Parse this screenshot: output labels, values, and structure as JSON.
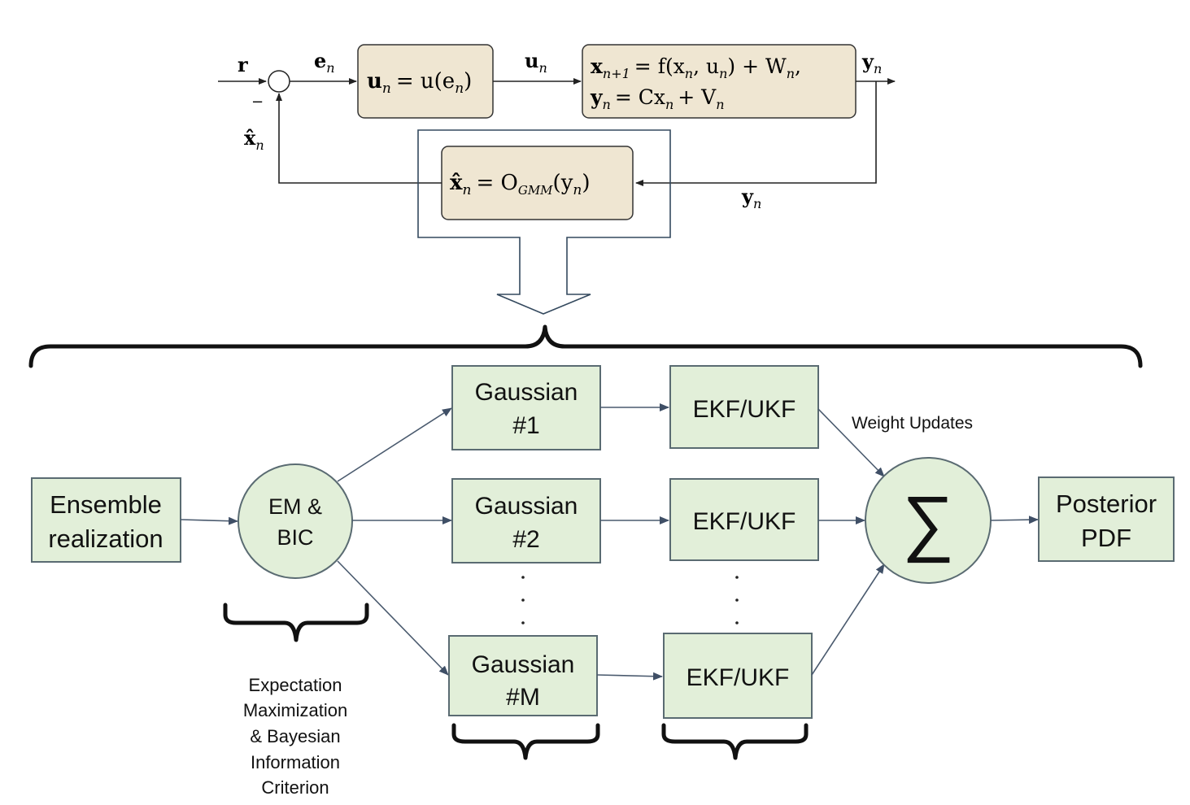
{
  "control_loop": {
    "reference": "r",
    "error": "e",
    "error_sub": "n",
    "minus_sign": "−",
    "controller": {
      "lhs": "u",
      "lhs_sub": "n",
      "rhs": "= u(e",
      "rhs_sub": "n",
      "rhs_end": ")"
    },
    "control_signal": "u",
    "control_signal_sub": "n",
    "plant": {
      "line1_a": "x",
      "line1_a_sub": "n+1",
      "line1_b": "= f(x",
      "line1_b_sub": "n",
      "line1_c": ", u",
      "line1_c_sub": "n",
      "line1_d": ") + W",
      "line1_d_sub": "n",
      "line1_e": ",",
      "line2_a": "y",
      "line2_a_sub": "n",
      "line2_b": "= Cx",
      "line2_b_sub": "n",
      "line2_c": "+ V",
      "line2_c_sub": "n"
    },
    "output": "y",
    "output_sub": "n",
    "feedback_output": "y",
    "feedback_output_sub": "n",
    "estimate": "x̂",
    "estimate_sub": "n",
    "observer": {
      "lhs": "x̂",
      "lhs_sub": "n",
      "rhs": "= O",
      "rhs_sub": "GMM",
      "rhs_end": "(y",
      "rhs_end_sub": "n",
      "close": ")"
    }
  },
  "gmm_pipeline": {
    "ensemble": [
      "Ensemble",
      "realization"
    ],
    "em_bic": [
      "EM &",
      "BIC"
    ],
    "gaussians": [
      [
        "Gaussian",
        "#1"
      ],
      [
        "Gaussian",
        "#2"
      ],
      [
        "Gaussian",
        "#M"
      ]
    ],
    "filters": [
      "EKF/UKF",
      "EKF/UKF",
      "EKF/UKF"
    ],
    "weight_updates": "Weight Updates",
    "sum_symbol": "∑",
    "posterior": [
      "Posterior",
      "PDF"
    ],
    "em_bic_caption": [
      "Expectation",
      "Maximization",
      "& Bayesian",
      "Information",
      "Criterion"
    ],
    "ellipsis": "· · ·"
  }
}
